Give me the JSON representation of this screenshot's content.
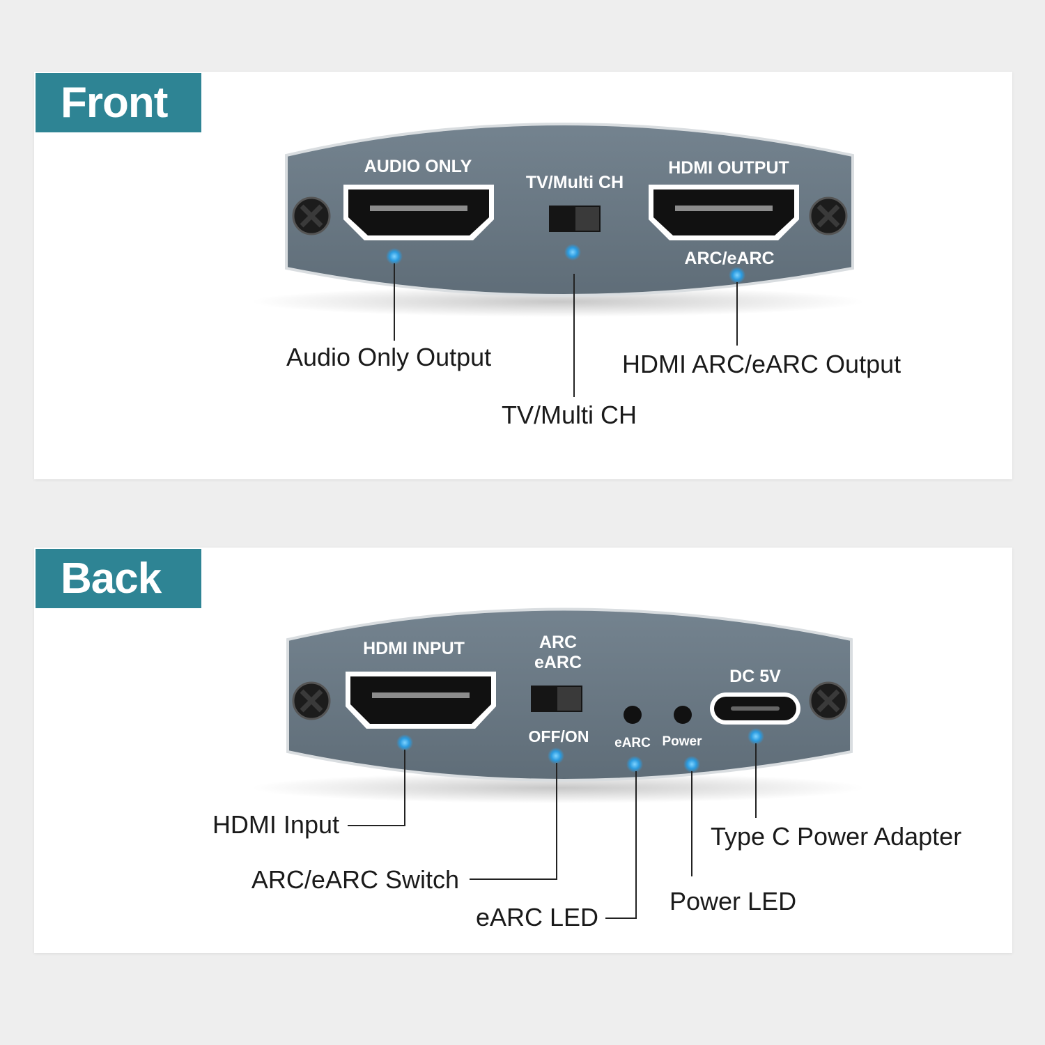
{
  "front": {
    "badge": "Front",
    "device_labels": {
      "audio_only": "AUDIO ONLY",
      "tv_multi": "TV/Multi CH",
      "hdmi_output": "HDMI OUTPUT",
      "arc_earc": "ARC/eARC"
    },
    "callouts": {
      "audio_only_output": "Audio Only Output",
      "tv_multi_ch": "TV/Multi CH",
      "hdmi_arc_earc_output": "HDMI ARC/eARC Output"
    }
  },
  "back": {
    "badge": "Back",
    "device_labels": {
      "hdmi_input": "HDMI INPUT",
      "arc": "ARC",
      "earc": "eARC",
      "off_on": "OFF/ON",
      "earc_led": "eARC",
      "power_led": "Power",
      "dc_5v": "DC 5V"
    },
    "callouts": {
      "hdmi_input": "HDMI Input",
      "arc_earc_switch": "ARC/eARC Switch",
      "earc_led": "eARC LED",
      "power_led": "Power LED",
      "type_c_power_adapter": "Type C Power Adapter"
    }
  },
  "colors": {
    "badge": "#2e8494",
    "device": "#6b7a86",
    "dot": "#3aa6e0"
  }
}
